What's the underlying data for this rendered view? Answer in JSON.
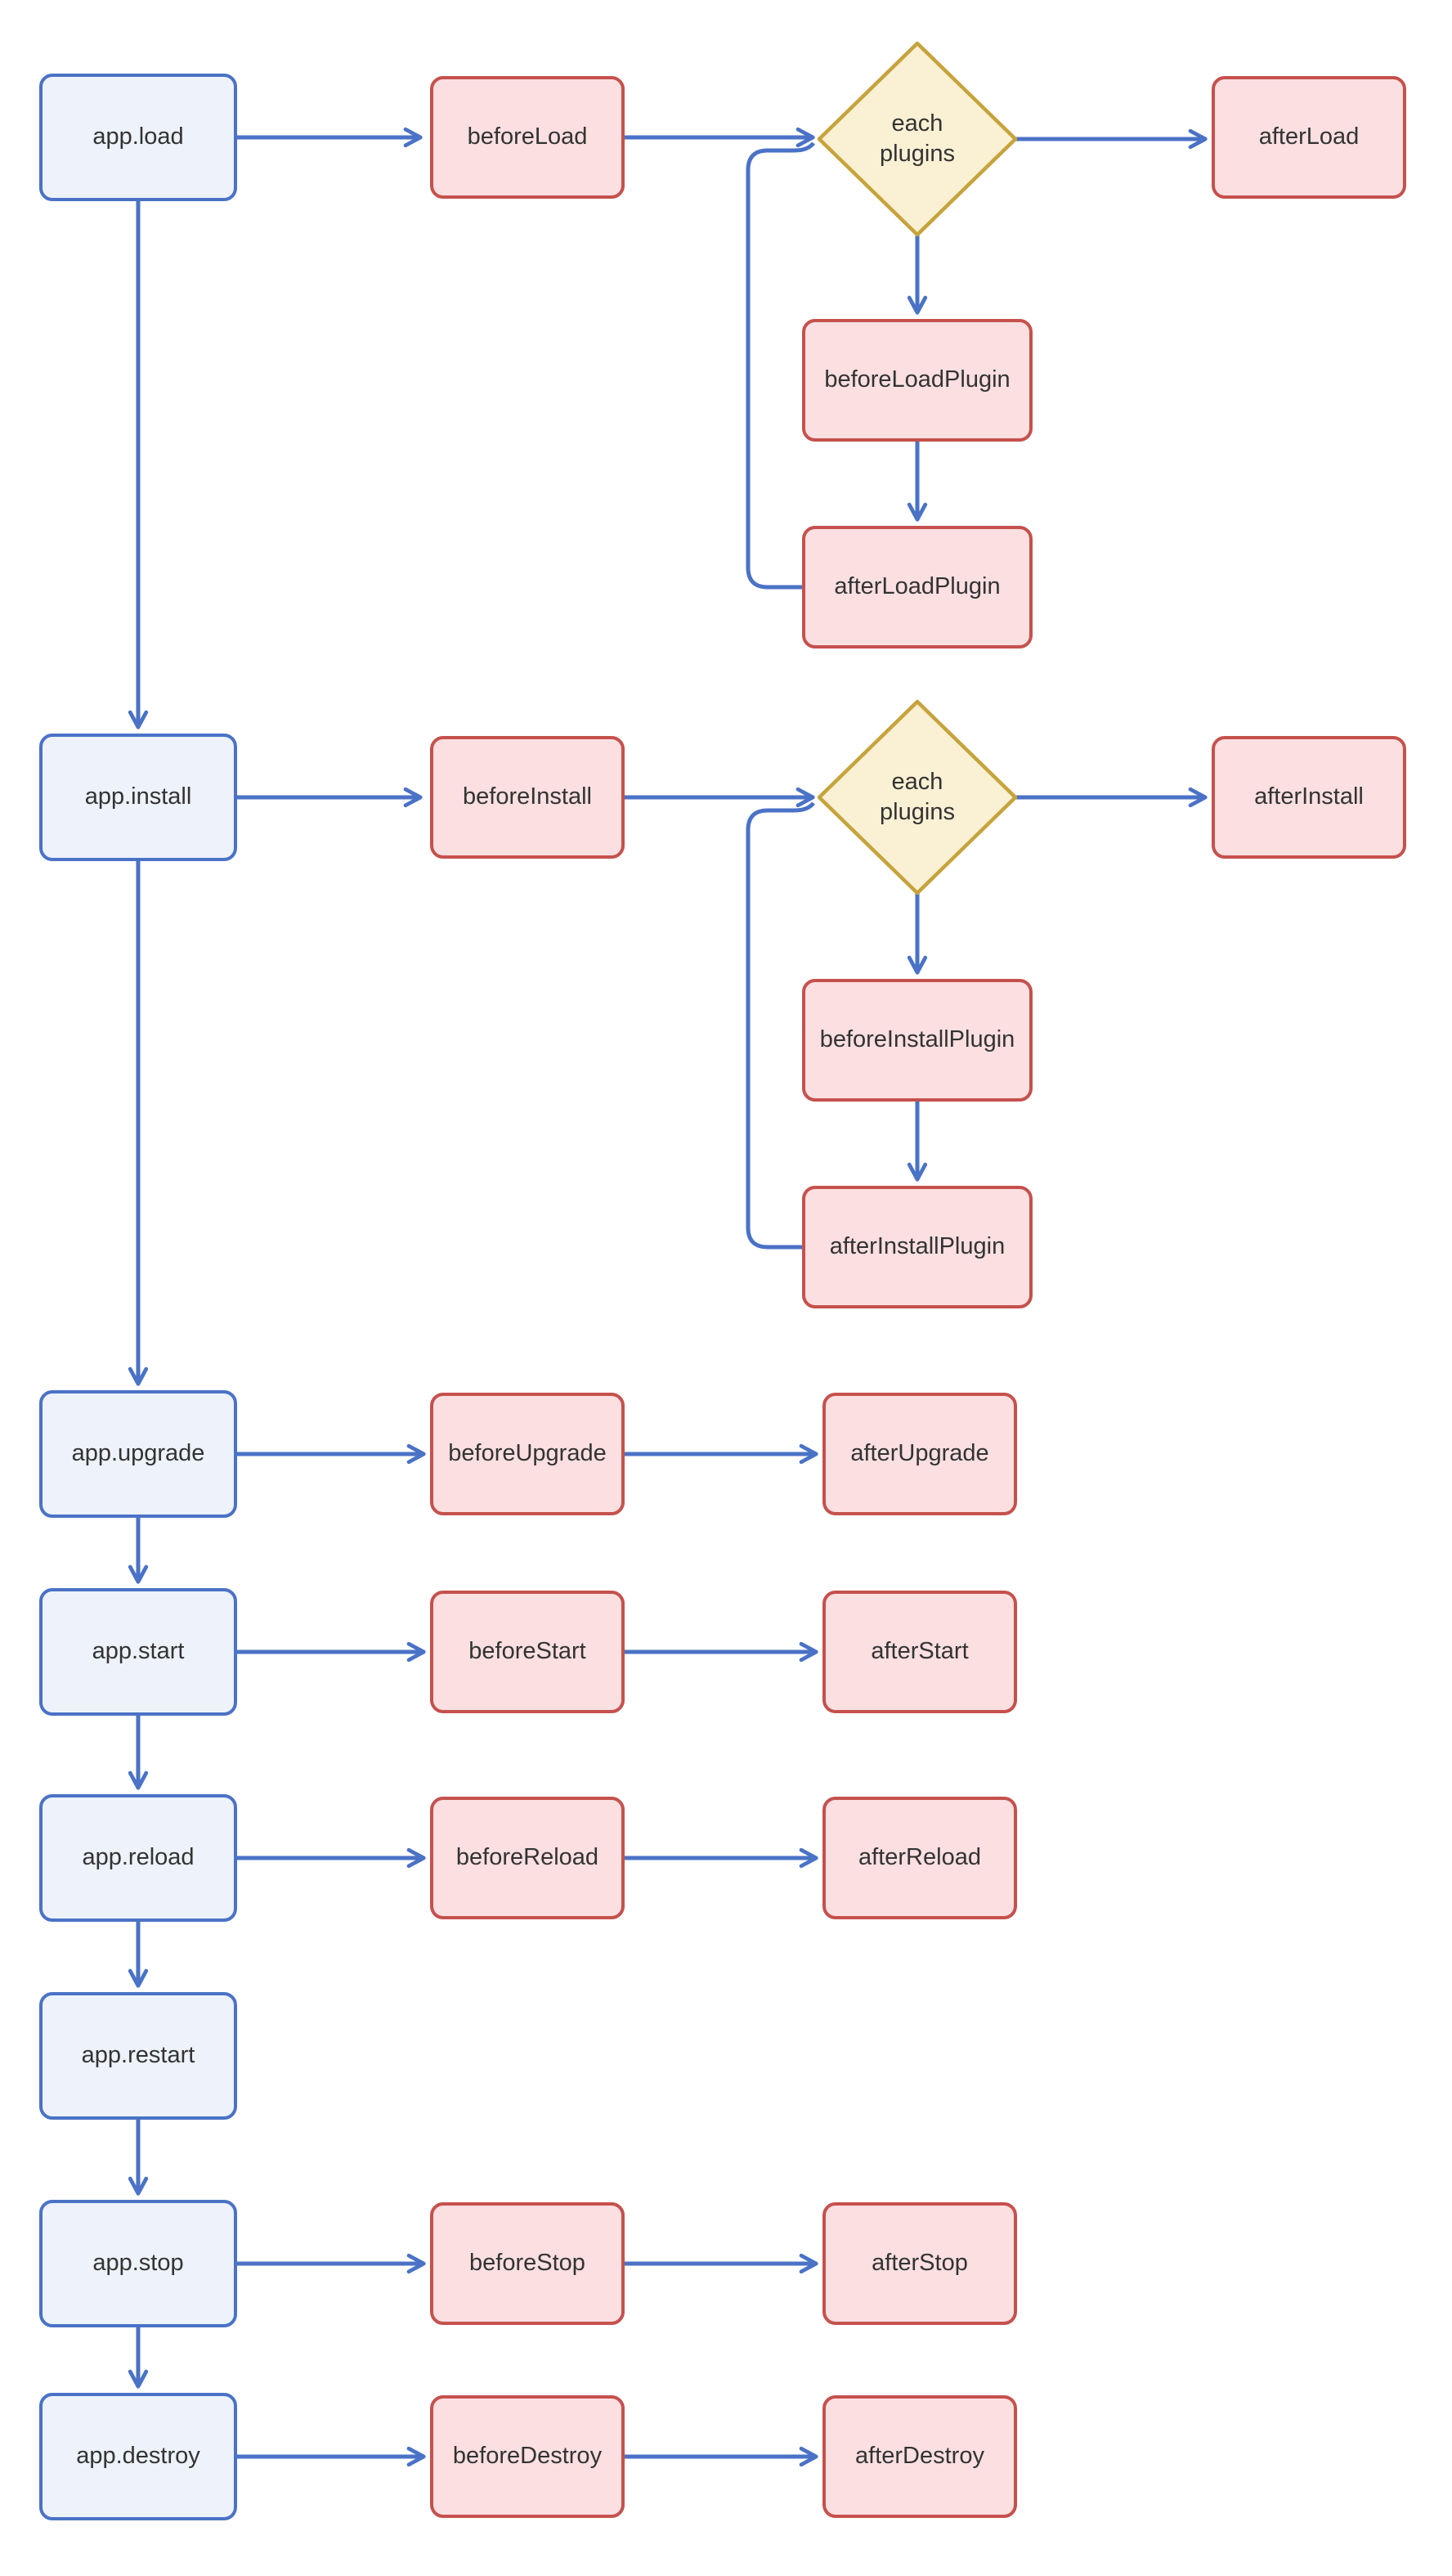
{
  "diagram": {
    "background": "#FFFFFF",
    "colors": {
      "action_fill": "#EDF2FB",
      "action_border": "#4A72C6",
      "hook_fill": "#FBDFE1",
      "hook_border": "#C5514D",
      "decision_fill": "#FAF0D3",
      "decision_border": "#C6A33C",
      "edge": "#4A72C6",
      "text": "#333333"
    },
    "nodes": {
      "app_load": "app.load",
      "before_load": "beforeLoad",
      "each_plugins_load": "each plugins",
      "after_load": "afterLoad",
      "before_load_plugin": "beforeLoadPlugin",
      "after_load_plugin": "afterLoadPlugin",
      "app_install": "app.install",
      "before_install": "beforeInstall",
      "each_plugins_install": "each plugins",
      "after_install": "afterInstall",
      "before_install_plugin": "beforeInstallPlugin",
      "after_install_plugin": "afterInstallPlugin",
      "app_upgrade": "app.upgrade",
      "before_upgrade": "beforeUpgrade",
      "after_upgrade": "afterUpgrade",
      "app_start": "app.start",
      "before_start": "beforeStart",
      "after_start": "afterStart",
      "app_reload": "app.reload",
      "before_reload": "beforeReload",
      "after_reload": "afterReload",
      "app_restart": "app.restart",
      "app_stop": "app.stop",
      "before_stop": "beforeStop",
      "after_stop": "afterStop",
      "app_destroy": "app.destroy",
      "before_destroy": "beforeDestroy",
      "after_destroy": "afterDestroy"
    },
    "edges": [
      {
        "from": "app.load",
        "to": "beforeLoad"
      },
      {
        "from": "beforeLoad",
        "to": "each plugins"
      },
      {
        "from": "each plugins",
        "to": "afterLoad"
      },
      {
        "from": "each plugins",
        "to": "beforeLoadPlugin"
      },
      {
        "from": "beforeLoadPlugin",
        "to": "afterLoadPlugin"
      },
      {
        "from": "afterLoadPlugin",
        "to": "each plugins"
      },
      {
        "from": "app.load",
        "to": "app.install"
      },
      {
        "from": "app.install",
        "to": "beforeInstall"
      },
      {
        "from": "beforeInstall",
        "to": "each plugins"
      },
      {
        "from": "each plugins",
        "to": "afterInstall"
      },
      {
        "from": "each plugins",
        "to": "beforeInstallPlugin"
      },
      {
        "from": "beforeInstallPlugin",
        "to": "afterInstallPlugin"
      },
      {
        "from": "afterInstallPlugin",
        "to": "each plugins"
      },
      {
        "from": "app.install",
        "to": "app.upgrade"
      },
      {
        "from": "app.upgrade",
        "to": "beforeUpgrade"
      },
      {
        "from": "beforeUpgrade",
        "to": "afterUpgrade"
      },
      {
        "from": "app.upgrade",
        "to": "app.start"
      },
      {
        "from": "app.start",
        "to": "beforeStart"
      },
      {
        "from": "beforeStart",
        "to": "afterStart"
      },
      {
        "from": "app.start",
        "to": "app.reload"
      },
      {
        "from": "app.reload",
        "to": "beforeReload"
      },
      {
        "from": "beforeReload",
        "to": "afterReload"
      },
      {
        "from": "app.reload",
        "to": "app.restart"
      },
      {
        "from": "app.restart",
        "to": "app.stop"
      },
      {
        "from": "app.stop",
        "to": "beforeStop"
      },
      {
        "from": "beforeStop",
        "to": "afterStop"
      },
      {
        "from": "app.stop",
        "to": "app.destroy"
      },
      {
        "from": "app.destroy",
        "to": "beforeDestroy"
      },
      {
        "from": "beforeDestroy",
        "to": "afterDestroy"
      }
    ]
  }
}
